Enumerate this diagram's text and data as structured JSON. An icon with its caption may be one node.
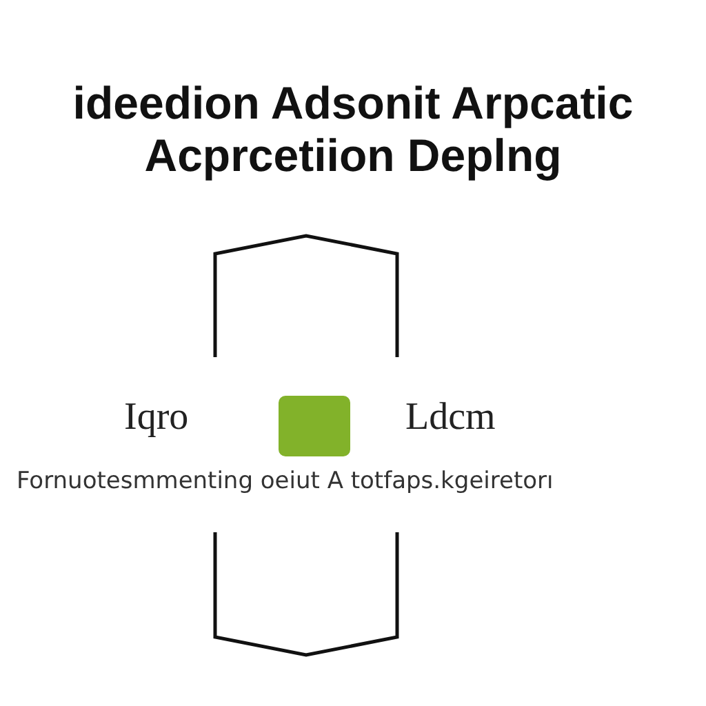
{
  "diagram": {
    "title": "ideedion Adsonit Arpcatic Acprcetiion Deplng",
    "labels": [
      "Iqro",
      "Ldcm",
      "Fornuotesmmenting oeiut A totfaps.kgeiretorı"
    ]
  }
}
